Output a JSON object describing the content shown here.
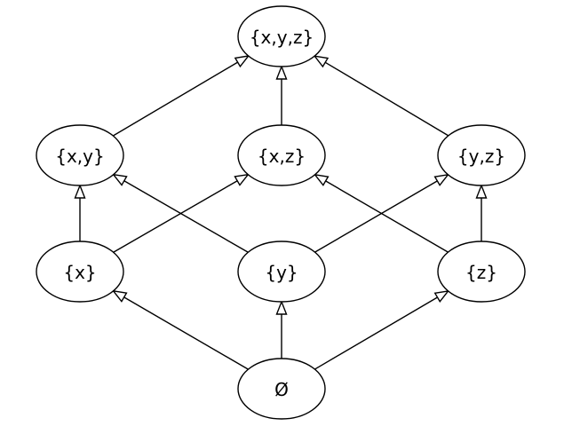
{
  "nodes": [
    {
      "id": "xyz",
      "label": "{x,y,z}"
    },
    {
      "id": "xy",
      "label": "{x,y}"
    },
    {
      "id": "xz",
      "label": "{x,z}"
    },
    {
      "id": "yz",
      "label": "{y,z}"
    },
    {
      "id": "x",
      "label": "{x}"
    },
    {
      "id": "y",
      "label": "{y}"
    },
    {
      "id": "z",
      "label": "{z}"
    },
    {
      "id": "empty",
      "label": "Ø"
    }
  ],
  "edges": [
    {
      "from": "xy",
      "to": "xyz"
    },
    {
      "from": "xz",
      "to": "xyz"
    },
    {
      "from": "yz",
      "to": "xyz"
    },
    {
      "from": "x",
      "to": "xy"
    },
    {
      "from": "x",
      "to": "xz"
    },
    {
      "from": "y",
      "to": "xy"
    },
    {
      "from": "y",
      "to": "yz"
    },
    {
      "from": "z",
      "to": "xz"
    },
    {
      "from": "z",
      "to": "yz"
    },
    {
      "from": "empty",
      "to": "x"
    },
    {
      "from": "empty",
      "to": "y"
    },
    {
      "from": "empty",
      "to": "z"
    }
  ]
}
